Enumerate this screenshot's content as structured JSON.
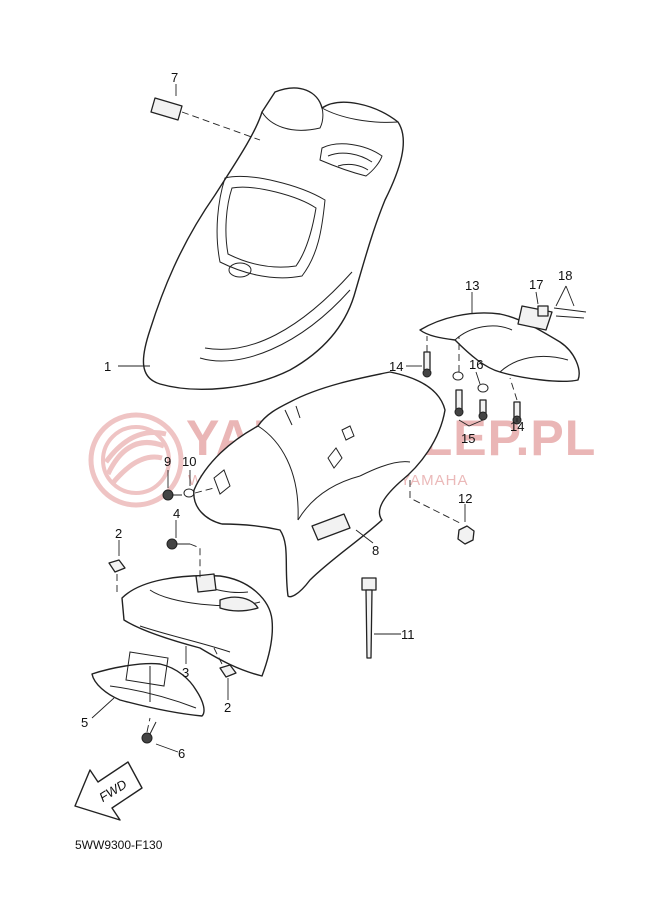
{
  "watermark": {
    "brand": "YAMA-SKLEP.PL",
    "subtitle": "WOJTECHOWSKI DEALER YAMAHA"
  },
  "diagram_code": "5WW9300-F130",
  "direction_label": "FWD",
  "callouts": [
    "1",
    "2",
    "2",
    "3",
    "4",
    "5",
    "6",
    "7",
    "8",
    "9",
    "10",
    "11",
    "12",
    "13",
    "14",
    "14",
    "15",
    "16",
    "17",
    "18"
  ]
}
